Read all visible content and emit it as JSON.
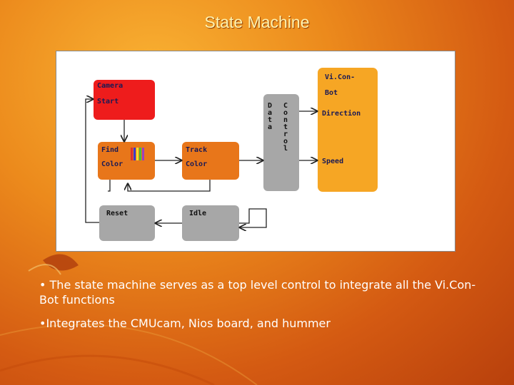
{
  "slide": {
    "title": "State Machine",
    "bullets": [
      "• The state machine serves as a top level control to integrate all the Vi.Con-Bot functions",
      "•Integrates the CMUcam, Nios board, and hummer"
    ]
  },
  "diagram": {
    "camera_box": {
      "line1": "Camera",
      "line2": "Start"
    },
    "find_box": {
      "line1": "Find",
      "line2": "Color"
    },
    "track_box": {
      "line1": "Track",
      "line2": "Color"
    },
    "reset_box": {
      "label": "Reset"
    },
    "idle_box": {
      "label": "Idle"
    },
    "data_box": {
      "label": "Data"
    },
    "control_box": {
      "label": "Control"
    },
    "viconbot_box": {
      "line1": "Vi.Con-",
      "line2": "Bot",
      "line3": "Direction",
      "line4": "Speed"
    }
  },
  "colors": {
    "red_box": "#ee1c1c",
    "orange_box": "#e8761a",
    "bright_orange_box": "#f6a624",
    "gray_box": "#a7a7a7",
    "title_color": "#fff3b0"
  }
}
